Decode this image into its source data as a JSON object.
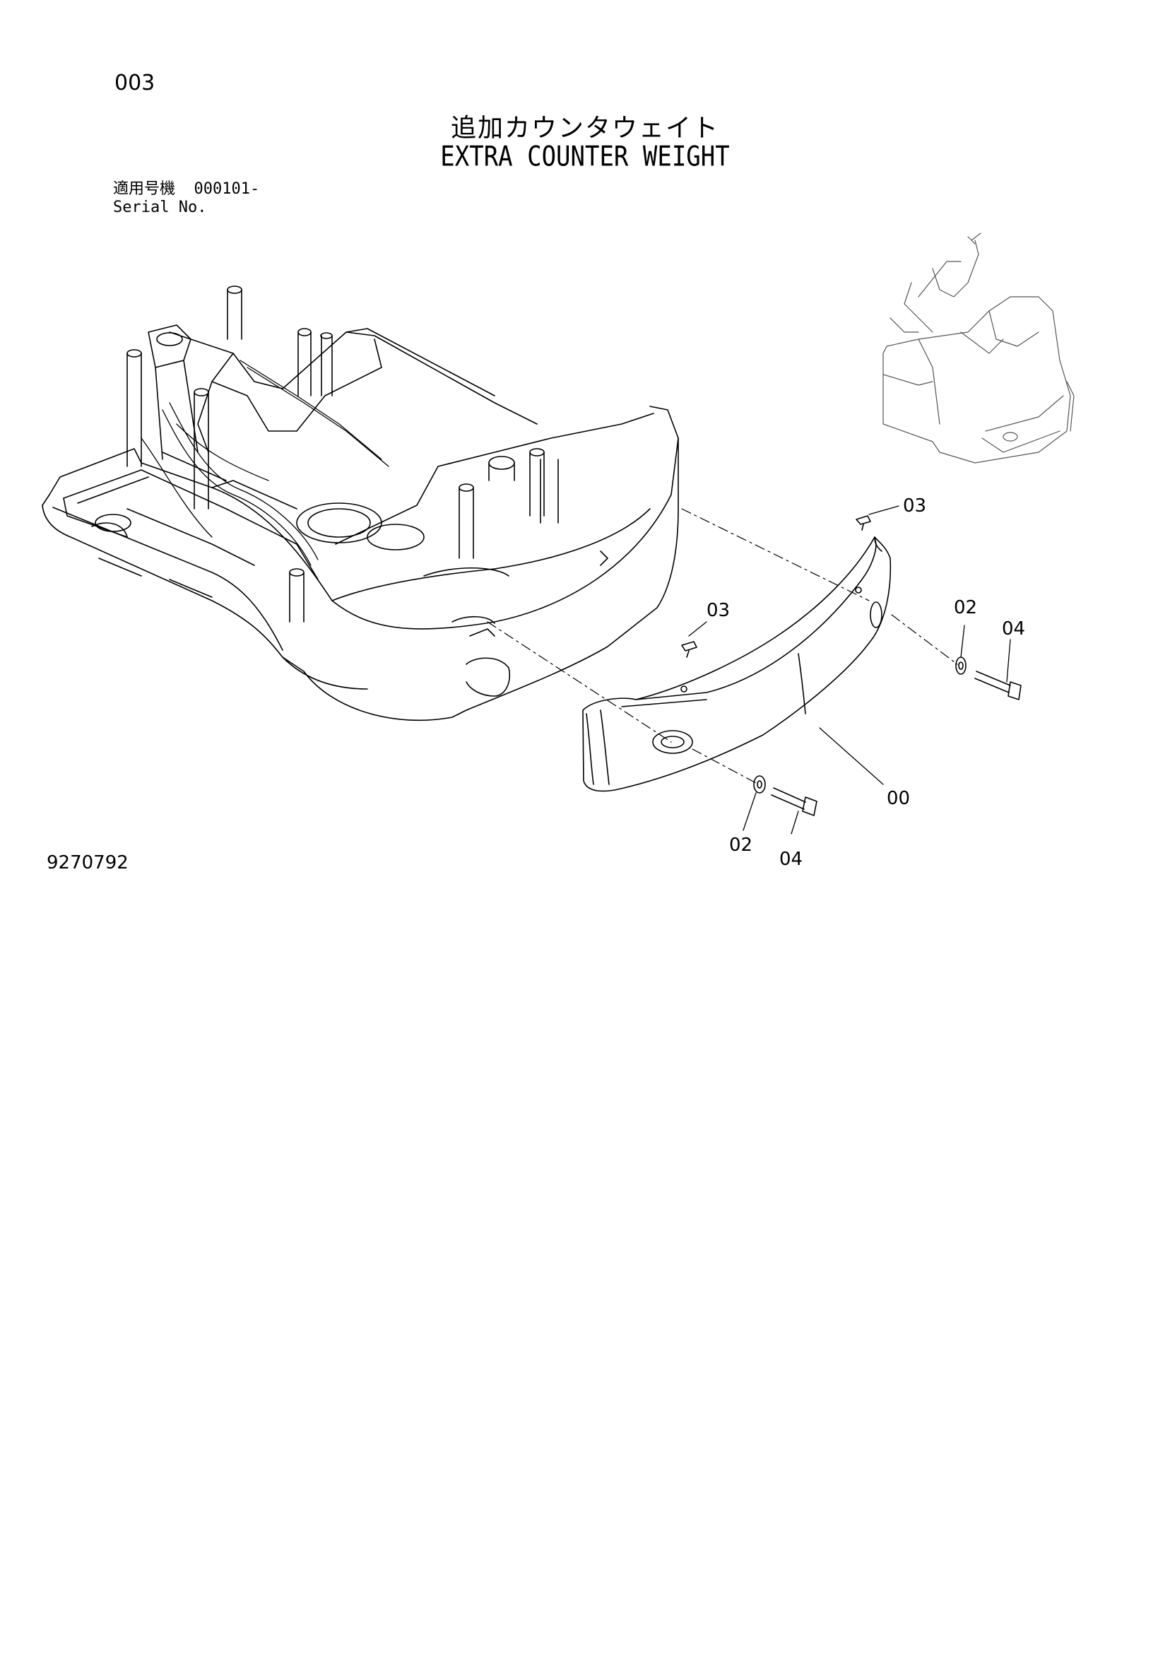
{
  "page_code": "003",
  "title_jp": "追加カウンタウェイト",
  "title_en": "EXTRA COUNTER WEIGHT",
  "serial": {
    "label_jp": "適用号機",
    "range": "000101-",
    "label_en": "Serial No."
  },
  "drawing_number": "9270792",
  "callouts": {
    "counterweight": "00",
    "washer_right": "02",
    "washer_bottom": "02",
    "plug_top": "03",
    "plug_mid": "03",
    "bolt_right": "04",
    "bolt_bottom": "04"
  }
}
